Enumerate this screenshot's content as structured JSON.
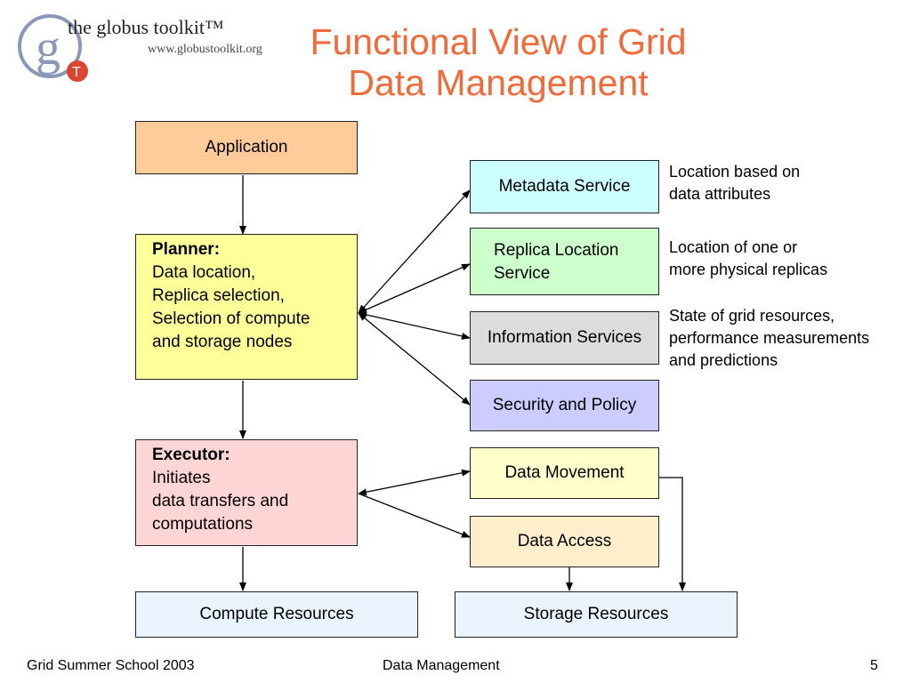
{
  "logo": {
    "name": "the globus toolkit™",
    "url": "www.globustoolkit.org",
    "letter": "g",
    "badge_letter": "T"
  },
  "title": [
    "Functional View of Grid",
    "Data Management"
  ],
  "boxes": {
    "application": "Application",
    "planner": {
      "head": "Planner:",
      "lines": [
        "Data location,",
        "Replica selection,",
        "Selection of compute",
        "and storage nodes"
      ]
    },
    "executor": {
      "head": "Executor:",
      "lines": [
        "Initiates",
        "data transfers and",
        "computations"
      ]
    },
    "metadata": "Metadata Service",
    "replica": [
      "Replica Location",
      "Service"
    ],
    "information": "Information Services",
    "security": "Security and Policy",
    "data_movement": "Data Movement",
    "data_access": "Data Access",
    "compute": "Compute Resources",
    "storage": "Storage Resources"
  },
  "notes": {
    "metadata": [
      "Location based on",
      "data attributes"
    ],
    "replica": [
      "Location of one or",
      "more physical replicas"
    ],
    "information": [
      "State of grid resources,",
      "performance measurements",
      "and predictions"
    ]
  },
  "colors": {
    "title": "#f06a3a",
    "application": "#ffcc99",
    "planner": "#ffff99",
    "executor": "#ffd5d5",
    "metadata": "#ccffff",
    "replica": "#ccffcc",
    "information": "#dcdcdc",
    "security": "#ccccff",
    "data_movement": "#ffffcc",
    "data_access": "#ffeecc",
    "resources": "#eaf4ff",
    "logo_gray": "#8a97b8",
    "logo_red": "#d9452e"
  },
  "footer": {
    "left": "Grid Summer School 2003",
    "center": "Data Management",
    "right": "5"
  }
}
